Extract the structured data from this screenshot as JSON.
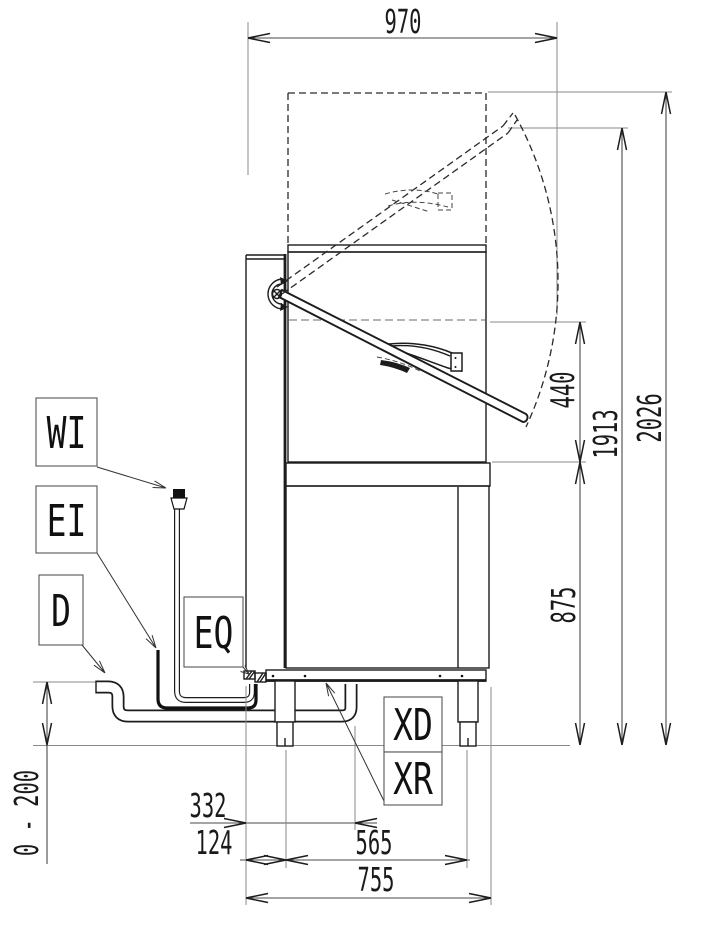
{
  "drawing": {
    "type": "technical-installation-drawing",
    "view": "side-elevation-hood-dishwasher",
    "dimensions": {
      "top_depth": "970",
      "hood_opening": "440",
      "height_hood_raised_handle": "1913",
      "height_total_raised": "2026",
      "work_height": "875",
      "drain_offset_from_rear": "332",
      "front_leg_offset": "124",
      "leg_spacing": "565",
      "overall_depth": "755",
      "drain_height_range": "0 - 200"
    },
    "connection_labels": {
      "water_inlet": "WI",
      "electrical_inlet": "EI",
      "drain": "D",
      "equipotential": "EQ",
      "drain_xd": "XD",
      "drain_xr": "XR"
    },
    "colors": {
      "line": "#1c1c1c",
      "dim": "#4a4a4a",
      "ext": "#8a8a8a",
      "bg": "#ffffff"
    }
  }
}
